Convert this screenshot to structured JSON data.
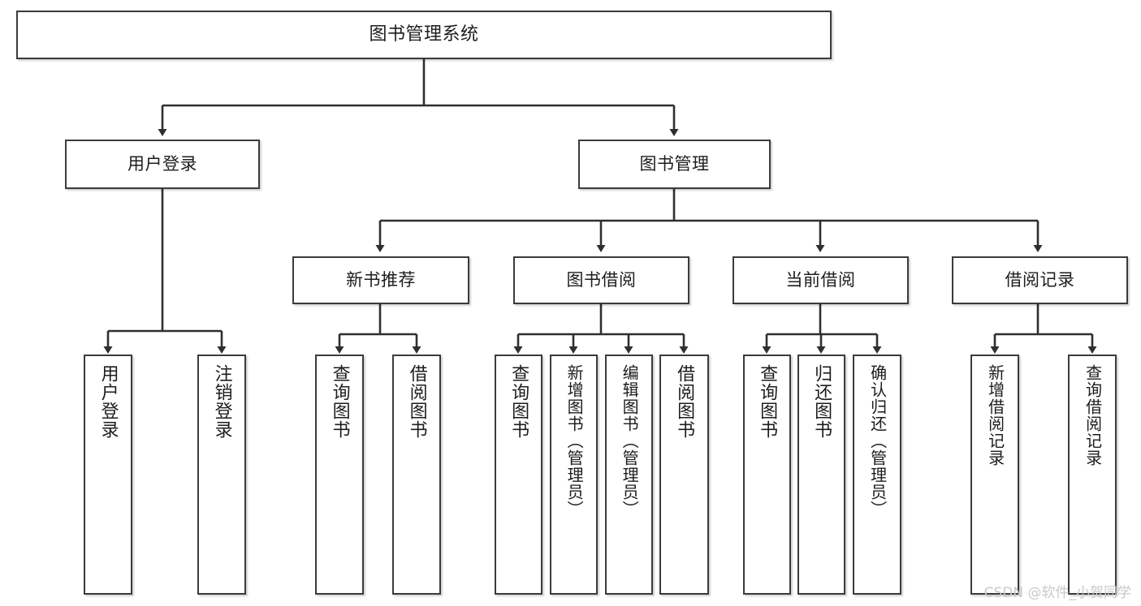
{
  "diagram": {
    "title": "图书管理系统",
    "type": "tree-hierarchy",
    "root": {
      "label": "图书管理系统"
    },
    "level2": [
      {
        "label": "用户登录"
      },
      {
        "label": "图书管理"
      }
    ],
    "level3": [
      {
        "label": "新书推荐"
      },
      {
        "label": "图书借阅"
      },
      {
        "label": "当前借阅"
      },
      {
        "label": "借阅记录"
      }
    ],
    "leaves": {
      "user_login": [
        {
          "label": "用户登录"
        },
        {
          "label": "注销登录"
        }
      ],
      "new_book_recommend": [
        {
          "label": "查询图书"
        },
        {
          "label": "借阅图书"
        }
      ],
      "book_borrow": [
        {
          "label": "查询图书"
        },
        {
          "label": "新增图书（管理员）"
        },
        {
          "label": "编辑图书（管理员）"
        },
        {
          "label": "借阅图书"
        }
      ],
      "current_borrow": [
        {
          "label": "查询图书"
        },
        {
          "label": "归还图书"
        },
        {
          "label": "确认归还（管理员）"
        }
      ],
      "borrow_record": [
        {
          "label": "新增借阅记录"
        },
        {
          "label": "查询借阅记录"
        }
      ]
    }
  },
  "watermark": {
    "text": "CSDN @软件_小贺同学"
  },
  "colors": {
    "border": "#3b3b3b",
    "background": "#ffffff",
    "text": "#1d1d1d",
    "edge": "#2f2f2f",
    "watermark": "#c9c9c9"
  }
}
